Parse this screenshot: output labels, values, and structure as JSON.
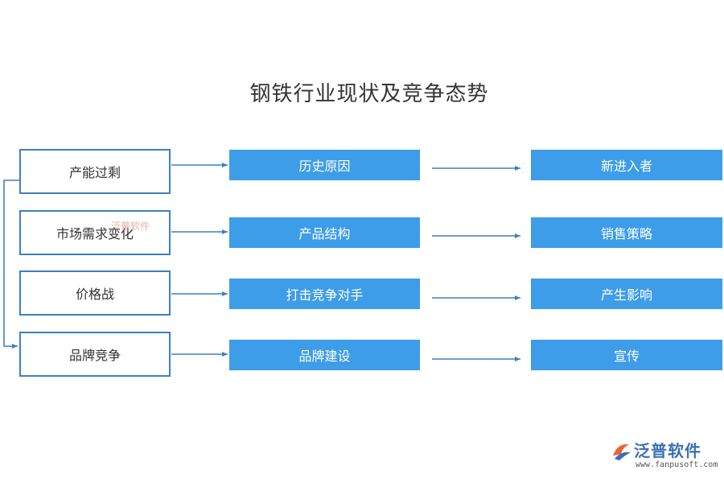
{
  "title": "钢铁行业现状及竞争态势",
  "colors": {
    "accent_blue": "#3e9de8",
    "border_blue": "#3d80c2",
    "arrow_blue": "#3d80c2"
  },
  "rows": [
    {
      "left": "产能过剩",
      "middle": "历史原因",
      "right": "新进入者"
    },
    {
      "left": "市场需求变化",
      "middle": "产品结构",
      "right": "销售策略"
    },
    {
      "left": "价格战",
      "middle": "打击竞争对手",
      "right": "产生影响"
    },
    {
      "left": "品牌竞争",
      "middle": "品牌建设",
      "right": "宣传"
    }
  ],
  "watermark_faint": "泛普软件",
  "logo": {
    "name": "泛普软件",
    "url": "www.fanpusoft.com",
    "icon": "fanpu-logo-icon"
  }
}
